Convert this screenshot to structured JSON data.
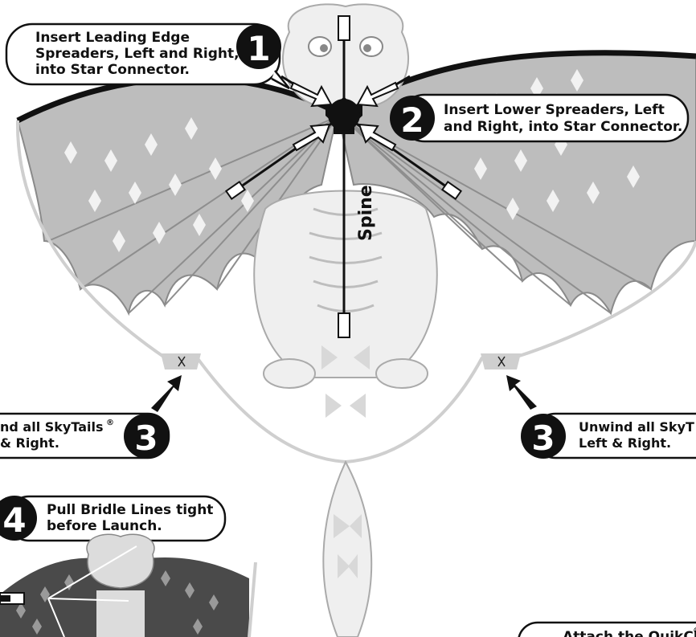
{
  "steps": {
    "step1": {
      "number": "1",
      "line1": "Insert Leading Edge",
      "line2": "Spreaders, Left and Right,",
      "line3": "into Star Connector."
    },
    "step2": {
      "number": "2",
      "line1": "Insert Lower Spreaders, Left",
      "line2": "and Right, into Star Connector."
    },
    "step3_left": {
      "number": "3",
      "line1": "nd all SkyTails",
      "line2": "& Right."
    },
    "step3_right": {
      "number": "3",
      "line1": "Unwind all SkyT",
      "line2": "Left & Right."
    },
    "step4": {
      "number": "4",
      "line1": "Pull Bridle Lines tight",
      "line2": "before Launch."
    },
    "step5_partial": {
      "line1": "Attach the QuikClip"
    }
  },
  "labels": {
    "spine": "Spine",
    "registered": "®"
  },
  "colors": {
    "ink": "#111111",
    "wing": "#b9b9b9",
    "wing_dark": "#4a4a4a",
    "body": "#efefef",
    "tail_line": "#cfcfcf"
  }
}
